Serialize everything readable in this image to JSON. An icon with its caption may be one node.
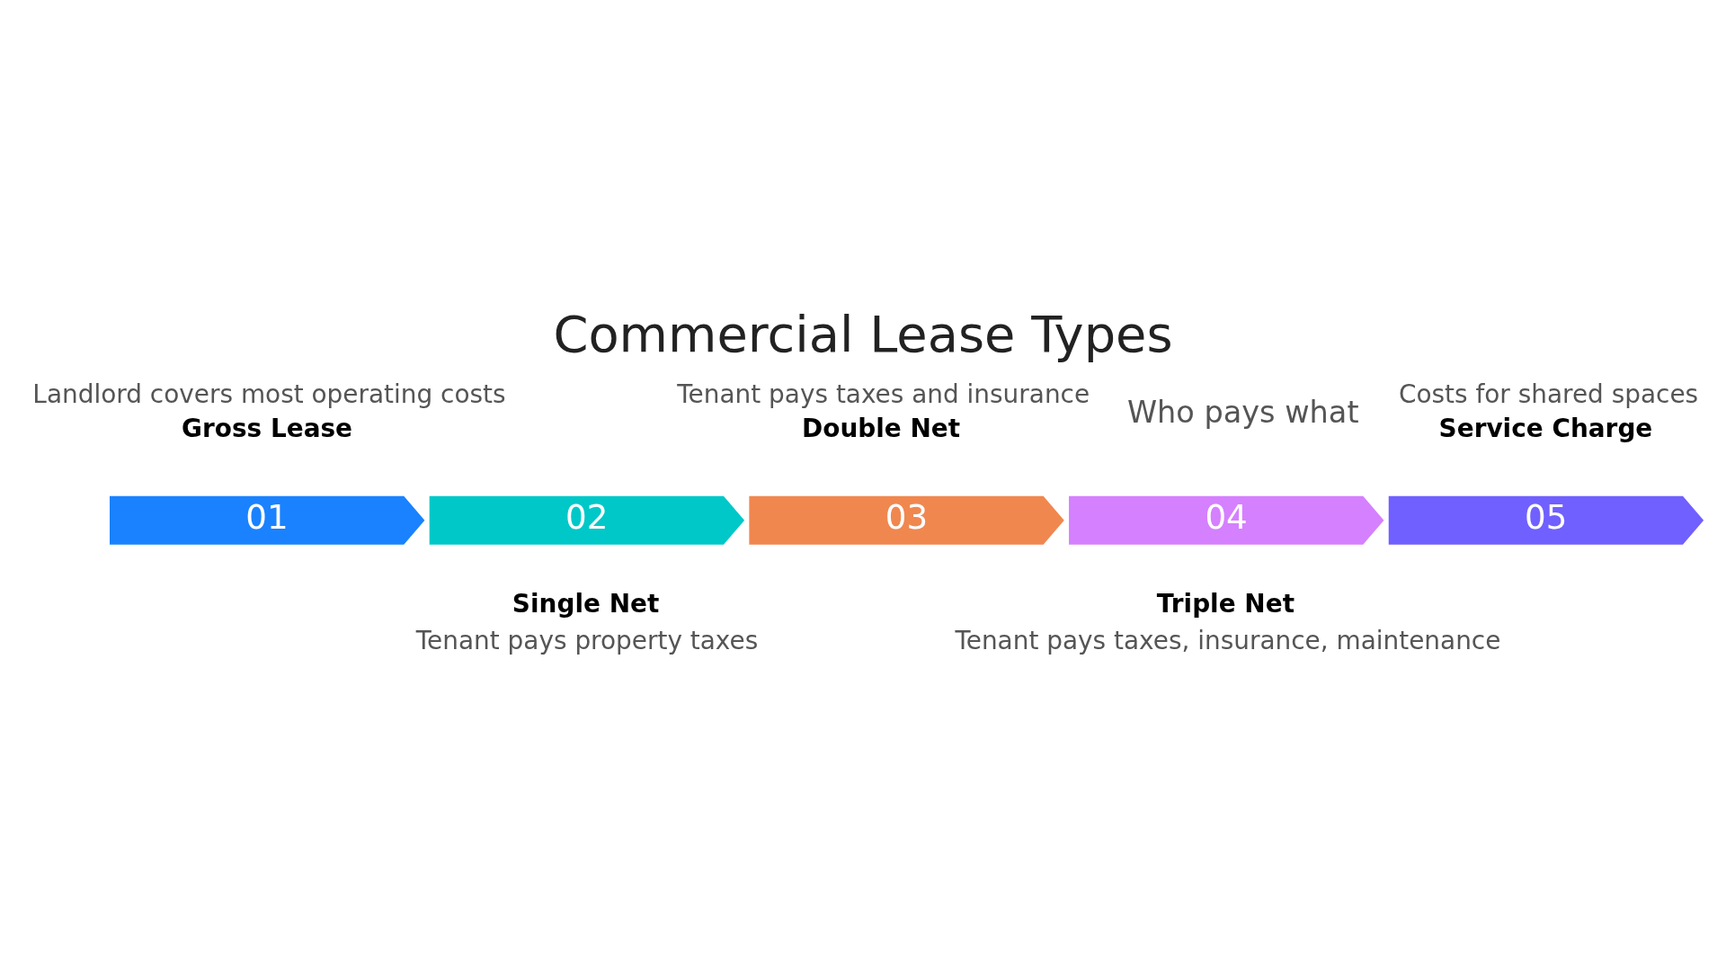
{
  "diagram": {
    "title": "Commercial Lease Types",
    "nodes": [
      {
        "text": [
          "01"
        ],
        "beside": [
          "Gross Lease",
          "Landlord covers most operating costs"
        ]
      },
      {
        "text": [
          "02"
        ],
        "beside": [
          "Single Net",
          "Tenant pays property taxes"
        ]
      },
      {
        "text": [
          "03"
        ],
        "beside": [
          "Double Net",
          "Tenant pays taxes and insurance"
        ]
      },
      {
        "text": [
          "04"
        ],
        "beside": [
          "Triple Net",
          "Tenant pays taxes, insurance, maintenance"
        ]
      },
      {
        "text": [
          "05"
        ],
        "beside": [
          "Service Charge",
          "Costs for shared spaces"
        ]
      }
    ],
    "edges": [],
    "labels": [
      "Who pays what"
    ]
  }
}
